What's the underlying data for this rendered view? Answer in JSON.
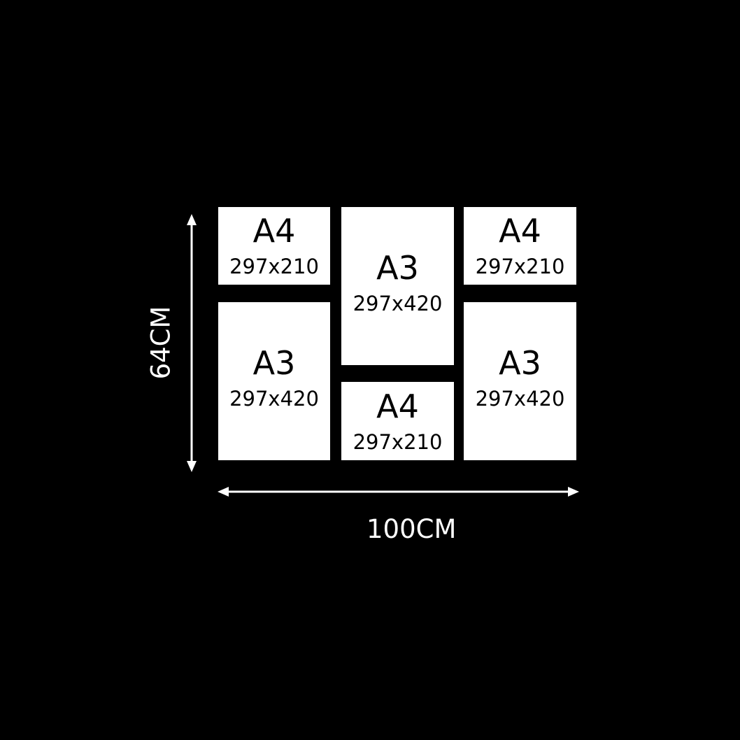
{
  "frames": [
    {
      "size": "A4",
      "dims": "297x210"
    },
    {
      "size": "A3",
      "dims": "297x420"
    },
    {
      "size": "A4",
      "dims": "297x210"
    },
    {
      "size": "A3",
      "dims": "297x420"
    },
    {
      "size": "A4",
      "dims": "297x210"
    },
    {
      "size": "A3",
      "dims": "297x420"
    }
  ],
  "dimensions": {
    "height": "64CM",
    "width": "100CM"
  },
  "colors": {
    "background": "#000000",
    "frame": "#ffffff",
    "text": "#000000",
    "dimension": "#ffffff"
  }
}
